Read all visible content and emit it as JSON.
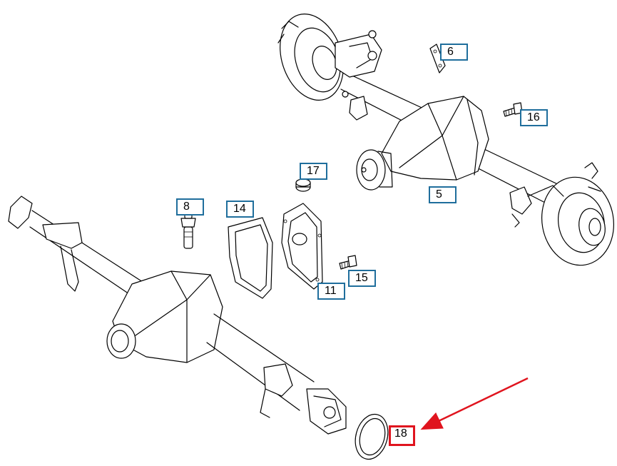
{
  "callouts": [
    {
      "id": "6",
      "label": "6"
    },
    {
      "id": "16",
      "label": "16"
    },
    {
      "id": "17",
      "label": "17"
    },
    {
      "id": "5",
      "label": "5"
    },
    {
      "id": "8",
      "label": "8"
    },
    {
      "id": "14",
      "label": "14"
    },
    {
      "id": "15",
      "label": "15"
    },
    {
      "id": "11",
      "label": "11"
    },
    {
      "id": "18",
      "label": "18"
    }
  ],
  "highlight": {
    "part": "18",
    "color": "#e0141e"
  },
  "colors": {
    "callout_border": "#1f6e9c",
    "highlight": "#e0141e",
    "line": "#000000"
  }
}
